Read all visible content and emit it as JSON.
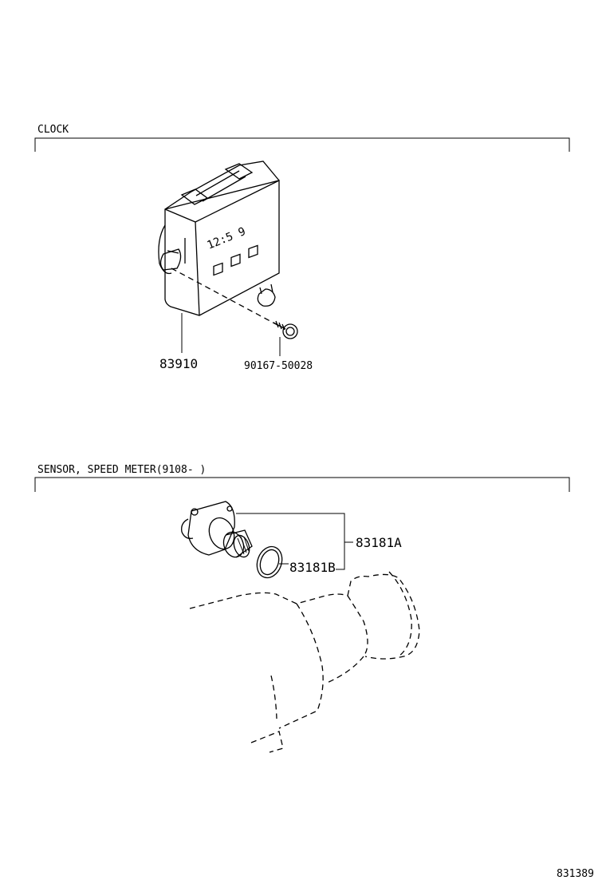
{
  "sections": [
    {
      "title": "CLOCK",
      "parts": [
        {
          "number": "83910"
        },
        {
          "number": "90167-50028"
        }
      ],
      "clock_display": "12:5 9"
    },
    {
      "title": "SENSOR, SPEED METER(9108-      )",
      "parts": [
        {
          "number": "83181A"
        },
        {
          "number": "83181B"
        }
      ]
    }
  ],
  "figure_id": "831389"
}
